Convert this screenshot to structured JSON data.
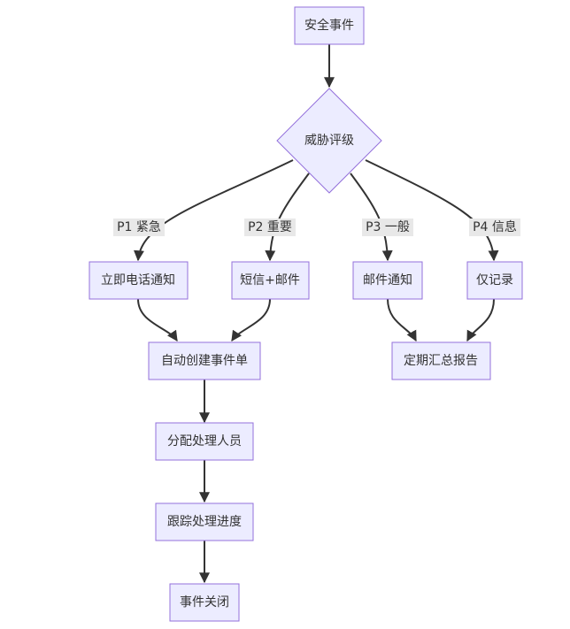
{
  "nodes": {
    "security_event": "安全事件",
    "threat_rating": "威胁评级",
    "phone_notify": "立即电话通知",
    "sms_email": "短信+邮件",
    "email_notify": "邮件通知",
    "log_only": "仅记录",
    "auto_ticket": "自动创建事件单",
    "periodic_report": "定期汇总报告",
    "assign_handler": "分配处理人员",
    "track_progress": "跟踪处理进度",
    "close_event": "事件关闭"
  },
  "edge_labels": {
    "p1": "P1 紧急",
    "p2": "P2 重要",
    "p3": "P3 一般",
    "p4": "P4 信息"
  },
  "colors": {
    "node_fill": "#ececff",
    "node_stroke": "#9370db",
    "edge": "#333333",
    "label_bg": "#e8e8e8"
  }
}
